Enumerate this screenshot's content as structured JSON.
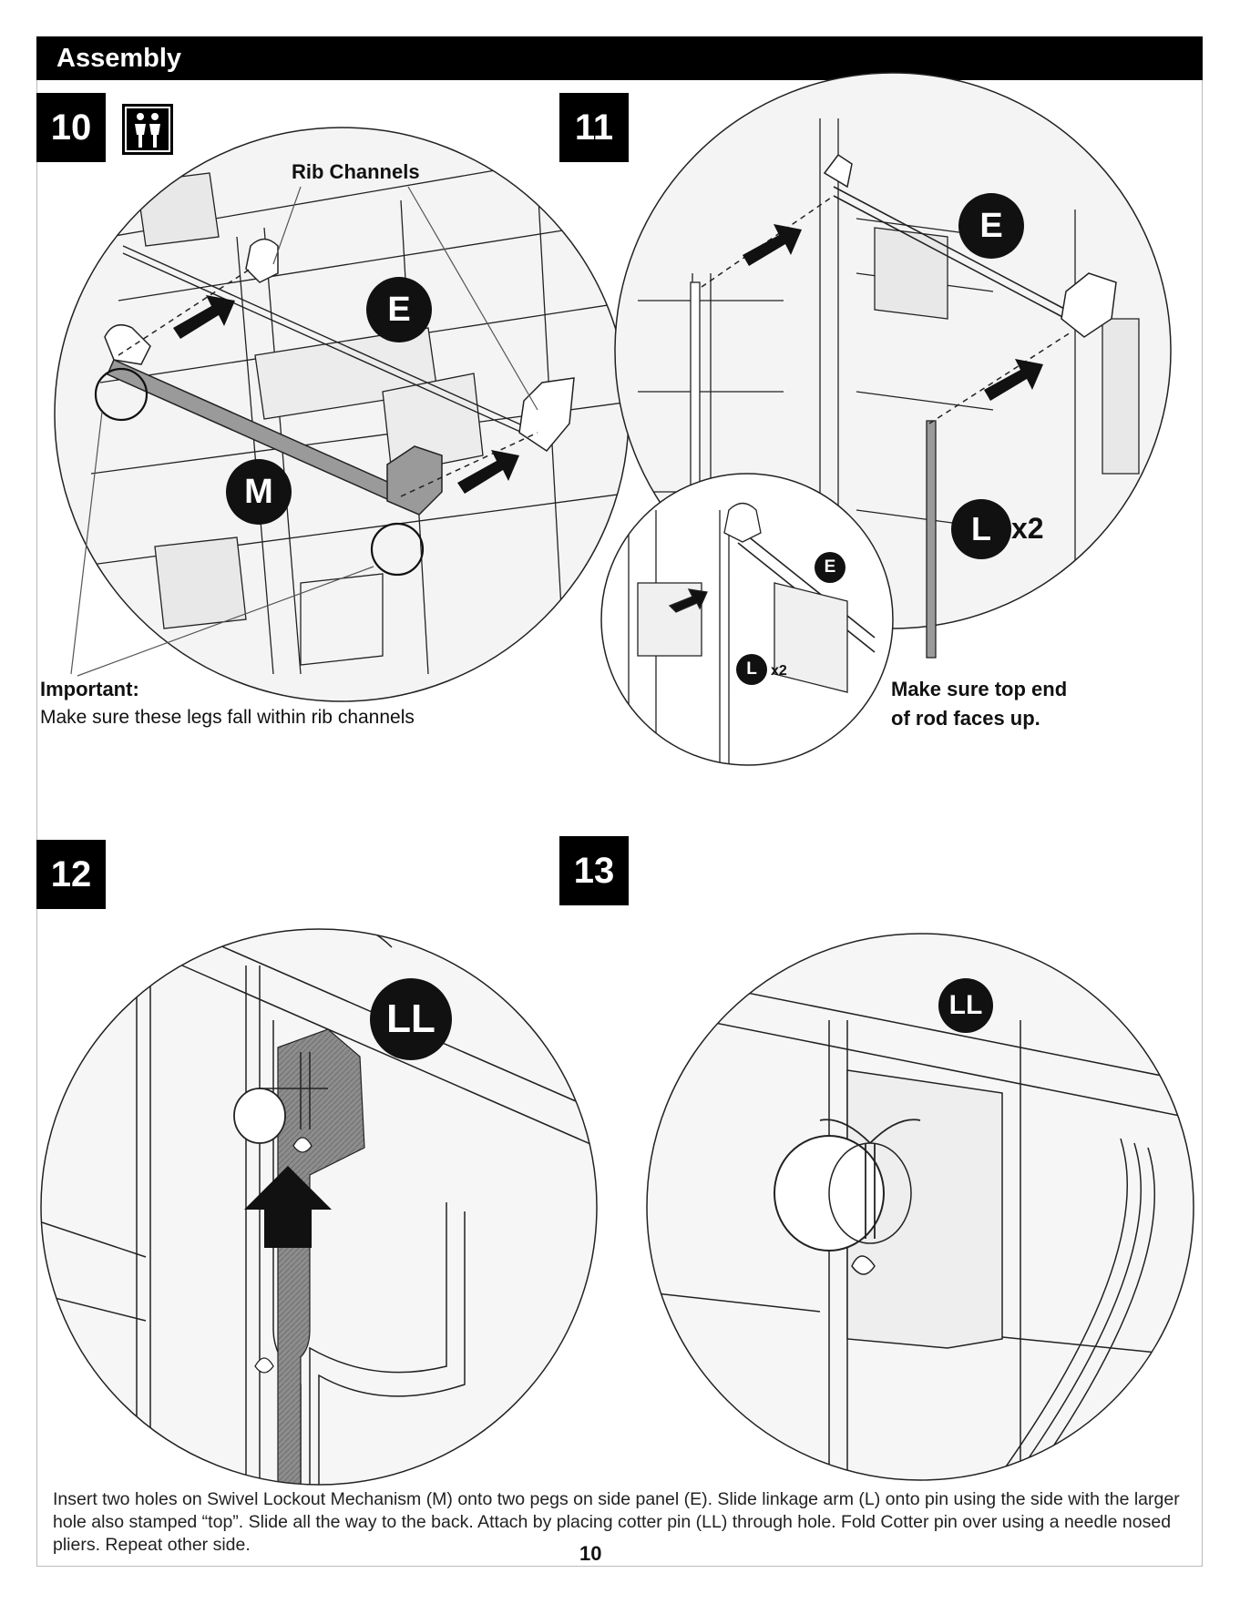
{
  "header": {
    "title": "Assembly"
  },
  "steps": {
    "s10": "10",
    "s11": "11",
    "s12": "12",
    "s13": "13"
  },
  "step10": {
    "rib_label": "Rib Channels",
    "part_e": "E",
    "part_m": "M",
    "important_title": "Important:",
    "important_text": "Make sure these legs fall within rib channels"
  },
  "step11": {
    "part_e": "E",
    "part_l": "L",
    "qty": "x2",
    "inset_part_e": "E",
    "inset_part_l": "L",
    "inset_qty": "x2",
    "note_line1": "Make sure top end",
    "note_line2": "of rod faces up."
  },
  "step12": {
    "part_ll": "LL"
  },
  "step13": {
    "part_ll": "LL"
  },
  "instructions": "Insert two holes on Swivel Lockout Mechanism (M) onto two pegs on side panel (E). Slide linkage arm (L) onto pin using the side with the larger hole also stamped “top”. Slide all the way to the back. Attach by placing cotter pin (LL) through hole. Fold Cotter pin over using a needle nosed pliers. Repeat other side.",
  "page_number": "10",
  "colors": {
    "ink": "#111111",
    "panel_fill": "#f2f2f2",
    "gray_part": "#8a8a8a"
  },
  "icons": [
    "two-people-icon"
  ]
}
